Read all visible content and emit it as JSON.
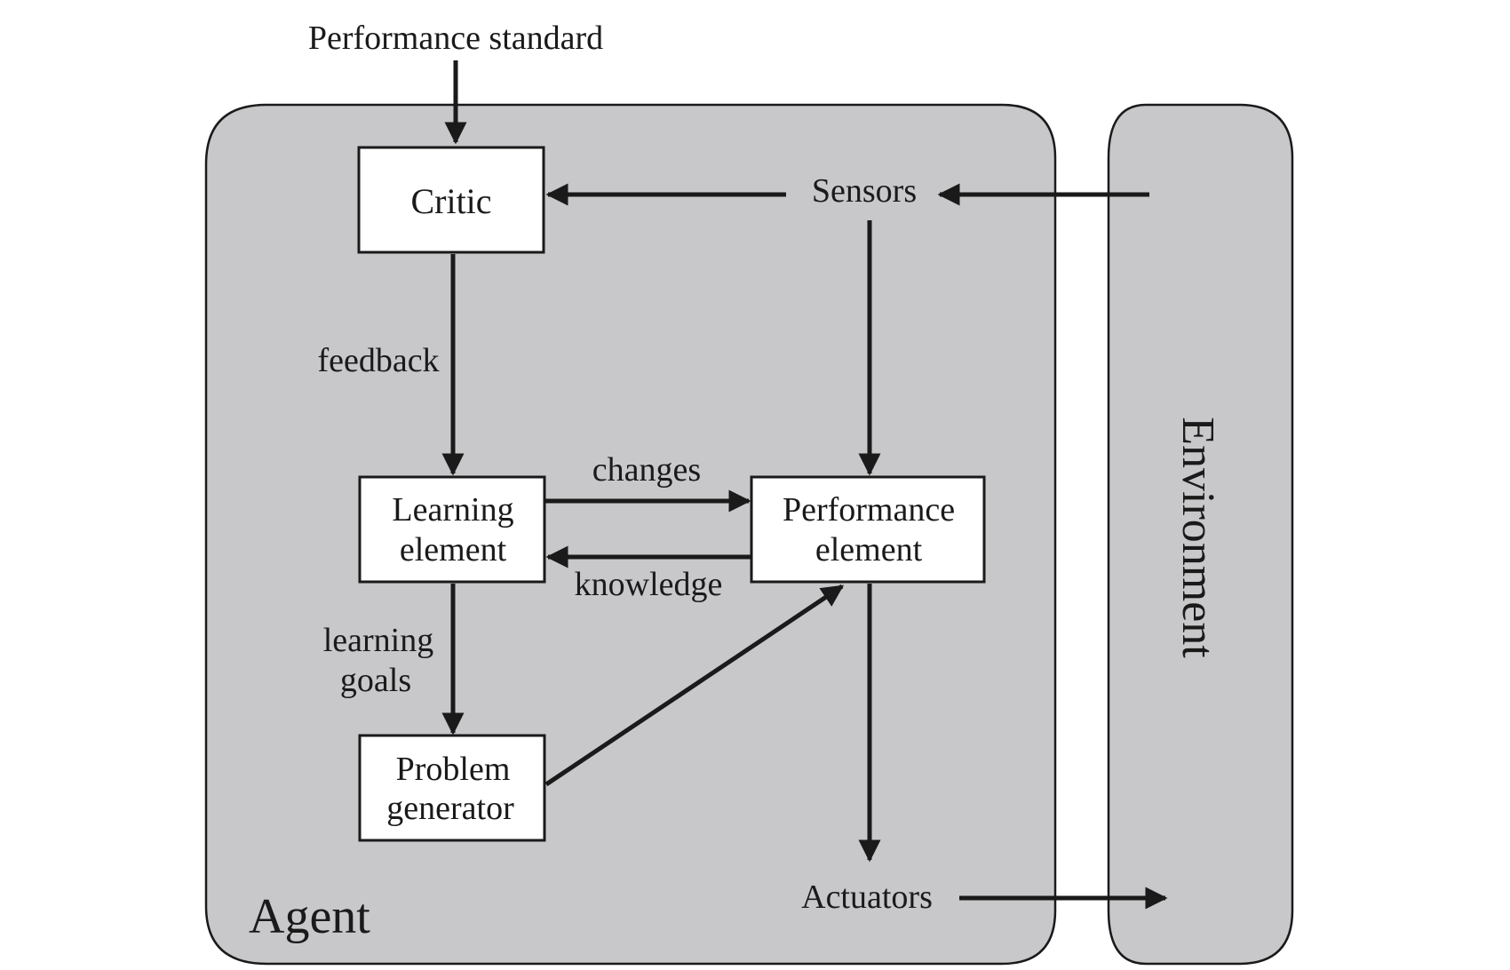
{
  "labels": {
    "performance_standard": "Performance standard",
    "sensors": "Sensors",
    "feedback": "feedback",
    "changes": "changes",
    "knowledge": "knowledge",
    "learning_goals_line1": "learning",
    "learning_goals_line2": "goals",
    "actuators": "Actuators",
    "agent": "Agent",
    "environment": "Environment"
  },
  "boxes": {
    "critic": "Critic",
    "learning_element_line1": "Learning",
    "learning_element_line2": "element",
    "performance_element_line1": "Performance",
    "performance_element_line2": "element",
    "problem_generator_line1": "Problem",
    "problem_generator_line2": "generator"
  },
  "colors": {
    "region_fill": "#c8c8cb",
    "box_fill": "#ffffff",
    "stroke": "#1a1a1a"
  }
}
